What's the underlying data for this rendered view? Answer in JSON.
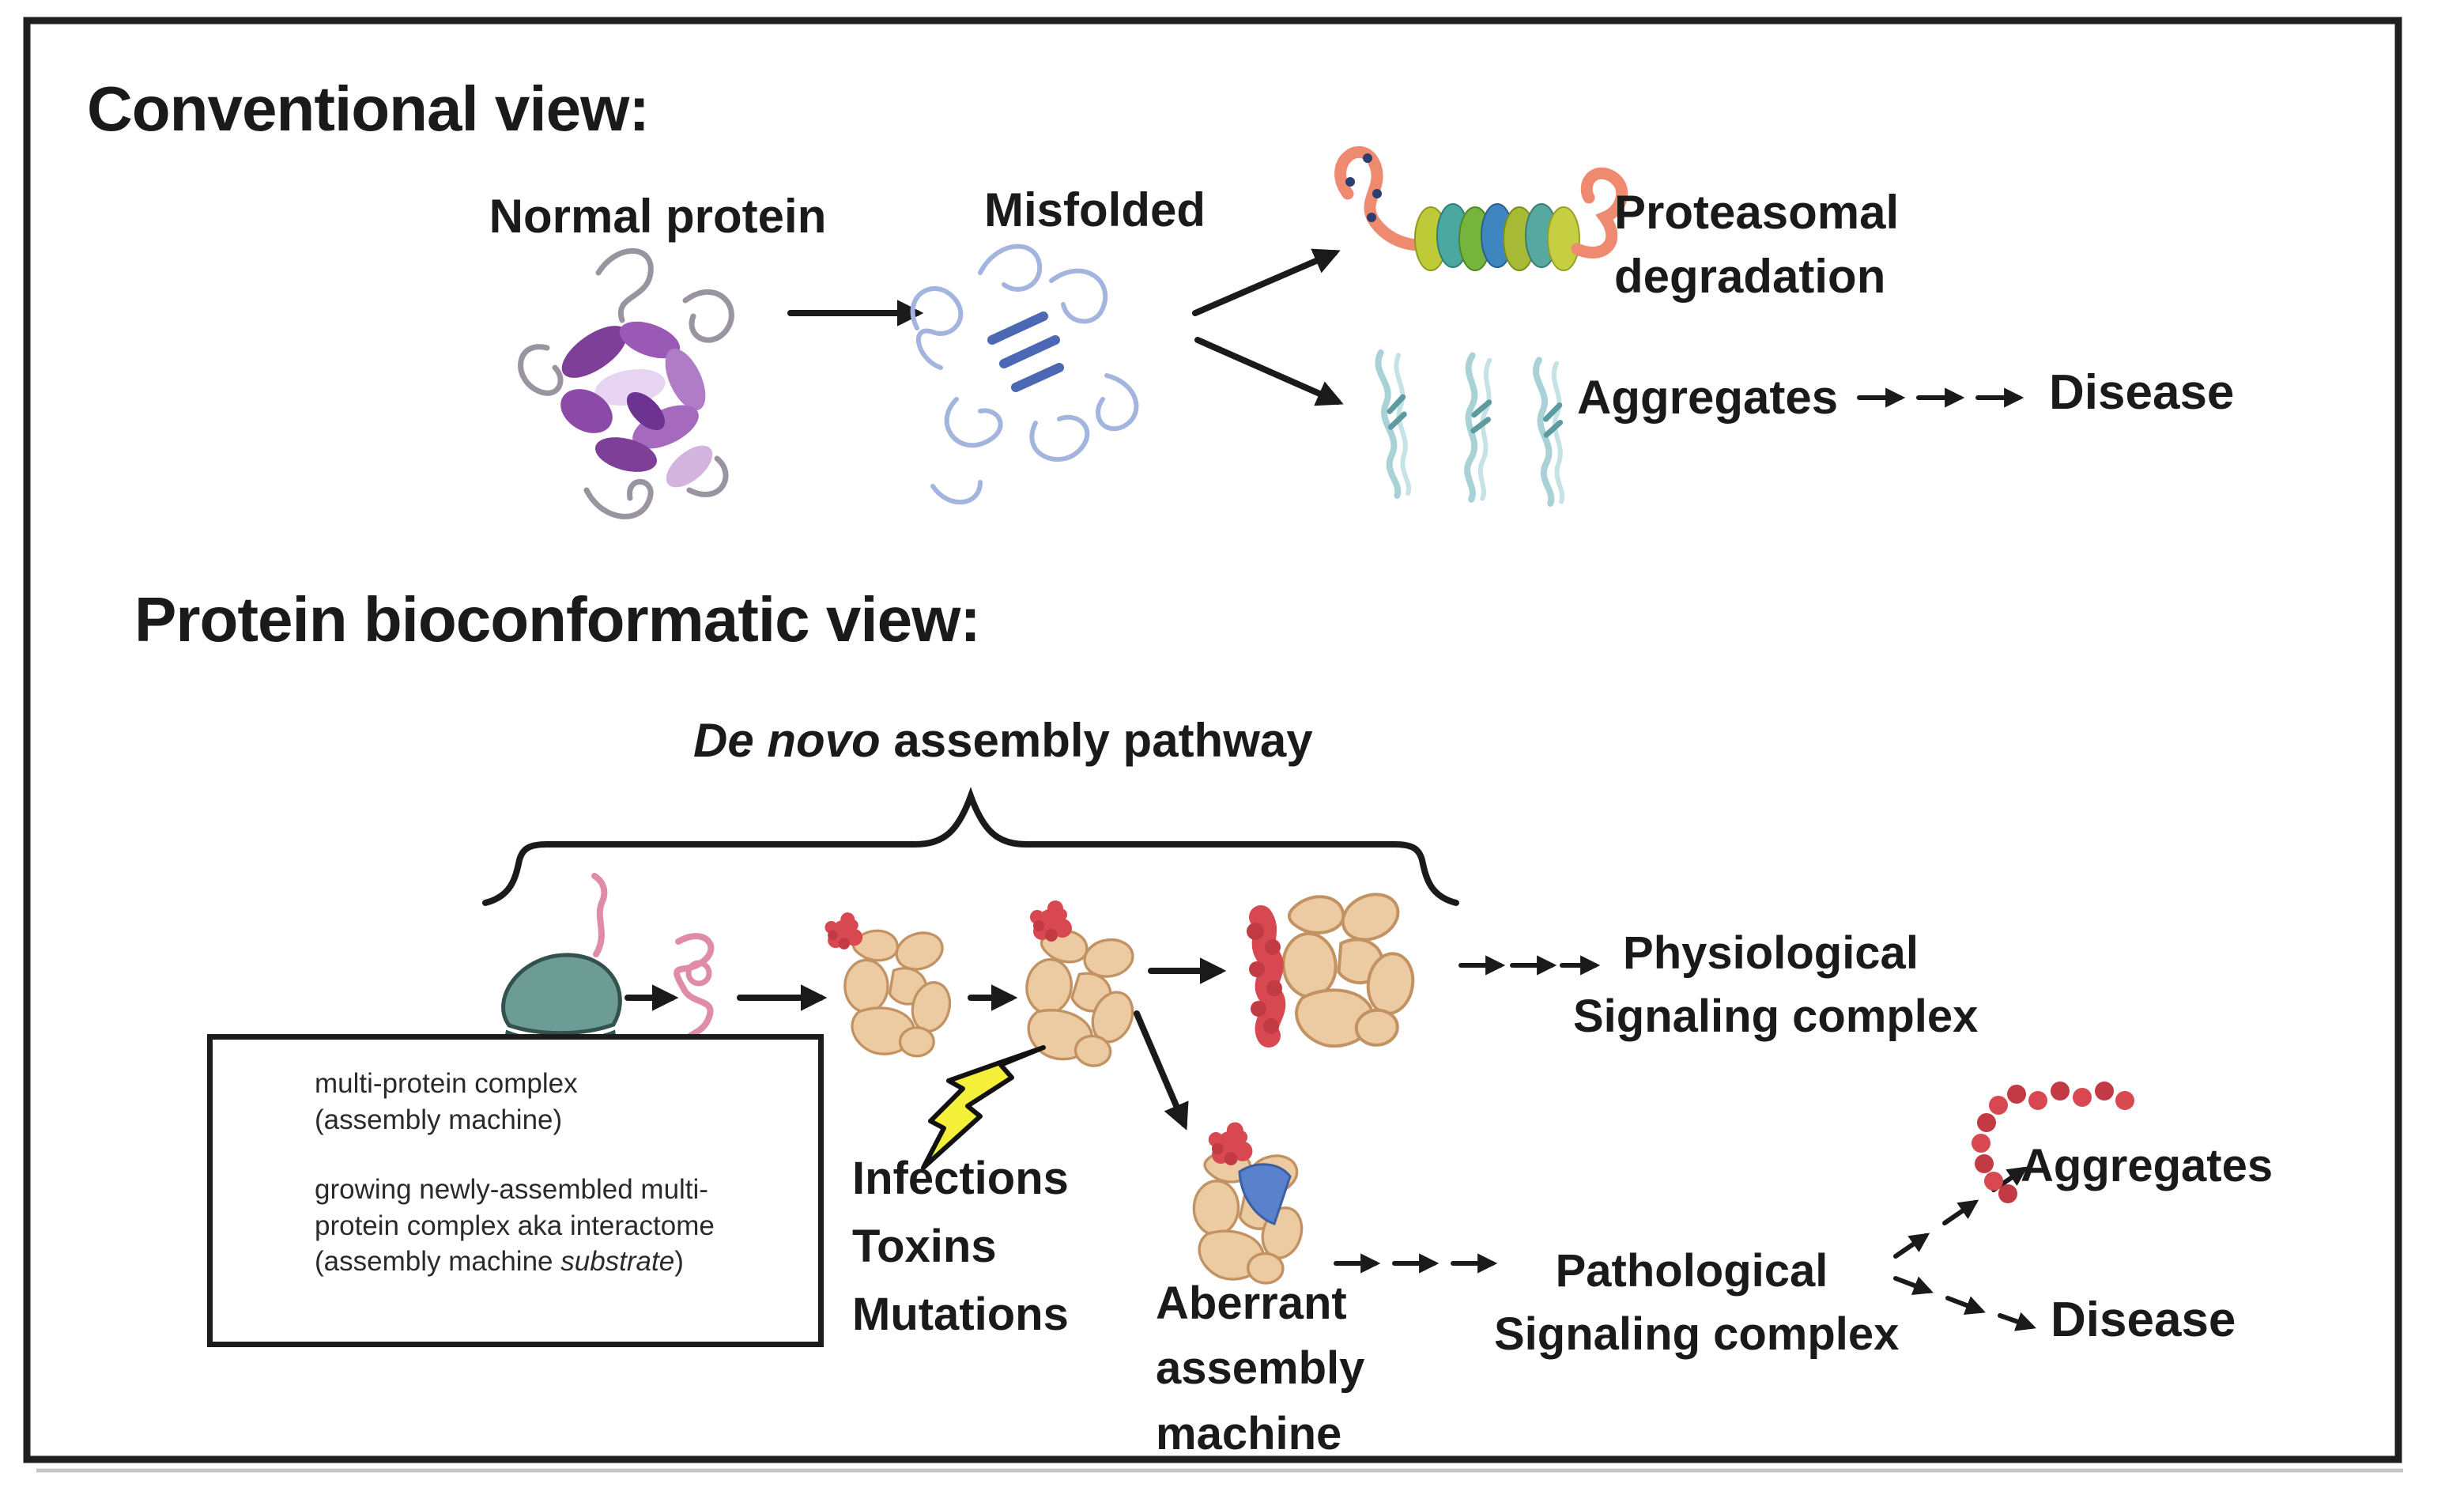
{
  "colors": {
    "background": "#ffffff",
    "frame_border": "#1f1f1f",
    "text": "#1a1a1a",
    "multi_protein_complex_tan": "#eccaa2",
    "complex_outline": "#c29262",
    "interactome_red": "#d84850",
    "ribosome_teal": "#6e9e96",
    "nascent_chain_pink": "#e08ca6",
    "lightning_yellow": "#f4ef39",
    "aberrant_blue_subunit": "#5a82cc",
    "normal_protein_purple": "#8b4aa8",
    "misfolded_protein_blue": "#7c97cf",
    "proteasome_salmon": "#ed8a70",
    "aggregates_cyan": "#aed6d8"
  },
  "conventional": {
    "title": "Conventional view:",
    "normal_protein": "Normal protein",
    "misfolded": "Misfolded",
    "proteasomal_line1": "Proteasomal",
    "proteasomal_line2": "degradation",
    "aggregates": "Aggregates",
    "disease": "Disease"
  },
  "bioconformatic": {
    "title": "Protein bioconformatic view:",
    "denovo_italic": "De novo",
    "denovo_rest": " assembly pathway",
    "physiological_line1": "Physiological",
    "physiological_line2": "Signaling complex",
    "infections": "Infections",
    "toxins": "Toxins",
    "mutations": "Mutations",
    "aberrant_line1": "Aberrant",
    "aberrant_line2": "assembly",
    "aberrant_line3": "machine",
    "pathological_line1": "Pathological",
    "pathological_line2": "Signaling complex",
    "aggregates": "Aggregates",
    "disease": "Disease"
  },
  "legend": {
    "item1_line1": "multi-protein complex",
    "item1_line2": "(assembly machine)",
    "item2_line1": "growing newly-assembled multi-",
    "item2_line2": "protein complex aka interactome",
    "item2_line3_pre": "(assembly machine ",
    "item2_line3_italic": "substrate",
    "item2_line3_post": ")"
  },
  "icons": {
    "normal-protein-icon": "#8b4aa8",
    "misfolded-protein-icon": "#7c97cf",
    "proteasome-icon": "#ed8a70",
    "aggregates-fibrils-icon": "#aed6d8",
    "ribosome-icon": "#6e9e96",
    "nascent-chain-icon": "#e08ca6",
    "multi-protein-complex-icon": "#eccaa2",
    "interactome-icon": "#d84850",
    "lightning-bolt-icon": "#f4ef39",
    "aberrant-machine-icon": "#5a82cc",
    "aggregates-beads-icon": "#d8505a",
    "brace-icon": "#1a1a1a"
  }
}
